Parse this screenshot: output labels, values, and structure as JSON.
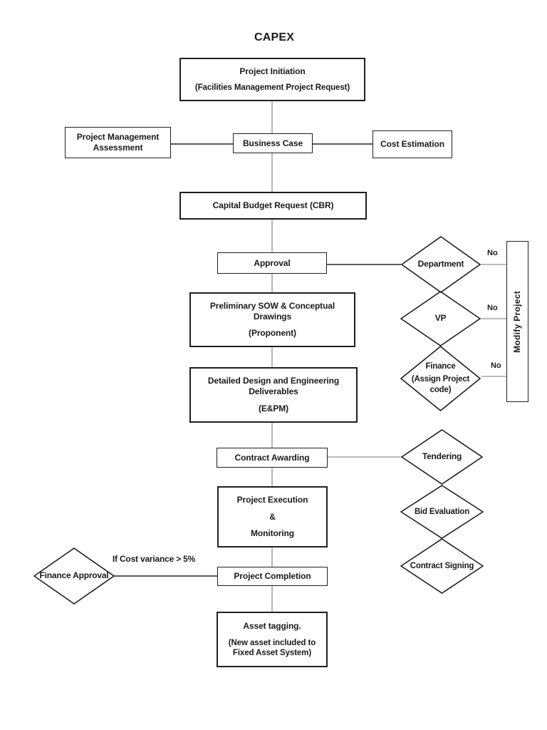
{
  "title": "CAPEX",
  "boxes": {
    "project_initiation": {
      "line1": "Project Initiation",
      "line2": "(Facilities Management Project Request)"
    },
    "pm_assessment": {
      "line1": "Project Management Assessment"
    },
    "business_case": {
      "line1": "Business Case"
    },
    "cost_estimation": {
      "line1": "Cost Estimation"
    },
    "cbr": {
      "line1": "Capital Budget Request (CBR)"
    },
    "approval": {
      "line1": "Approval"
    },
    "prelim_sow": {
      "line1": "Preliminary SOW & Conceptual Drawings",
      "line2": "(Proponent)"
    },
    "detailed_design": {
      "line1": "Detailed Design and Engineering Deliverables",
      "line2": "(E&PM)"
    },
    "contract_awarding": {
      "line1": "Contract Awarding"
    },
    "project_execution": {
      "line1": "Project Execution",
      "line2": "&",
      "line3": "Monitoring"
    },
    "project_completion": {
      "line1": "Project Completion"
    },
    "asset_tagging": {
      "line1": "Asset tagging.",
      "line2": "(New asset included to Fixed Asset System)"
    },
    "modify_project": {
      "line1": "Modify Project"
    }
  },
  "diamonds": {
    "department": {
      "line1": "Department"
    },
    "vp": {
      "line1": "VP"
    },
    "finance": {
      "line1": "Finance",
      "line2": "(Assign Project code)"
    },
    "tendering": {
      "line1": "Tendering"
    },
    "bid_evaluation": {
      "line1": "Bid Evaluation"
    },
    "contract_signing": {
      "line1": "Contract Signing"
    },
    "finance_approval": {
      "line1": "Finance Approval"
    }
  },
  "edge_labels": {
    "no_department": "No",
    "no_vp": "No",
    "no_finance": "No",
    "cost_variance": "If Cost variance > 5%"
  },
  "colors": {
    "border": "#1f1f1f",
    "connector_gray": "#a6a6a6",
    "connector_black": "#262626",
    "text": "#1a1a1a",
    "background": "#ffffff"
  }
}
